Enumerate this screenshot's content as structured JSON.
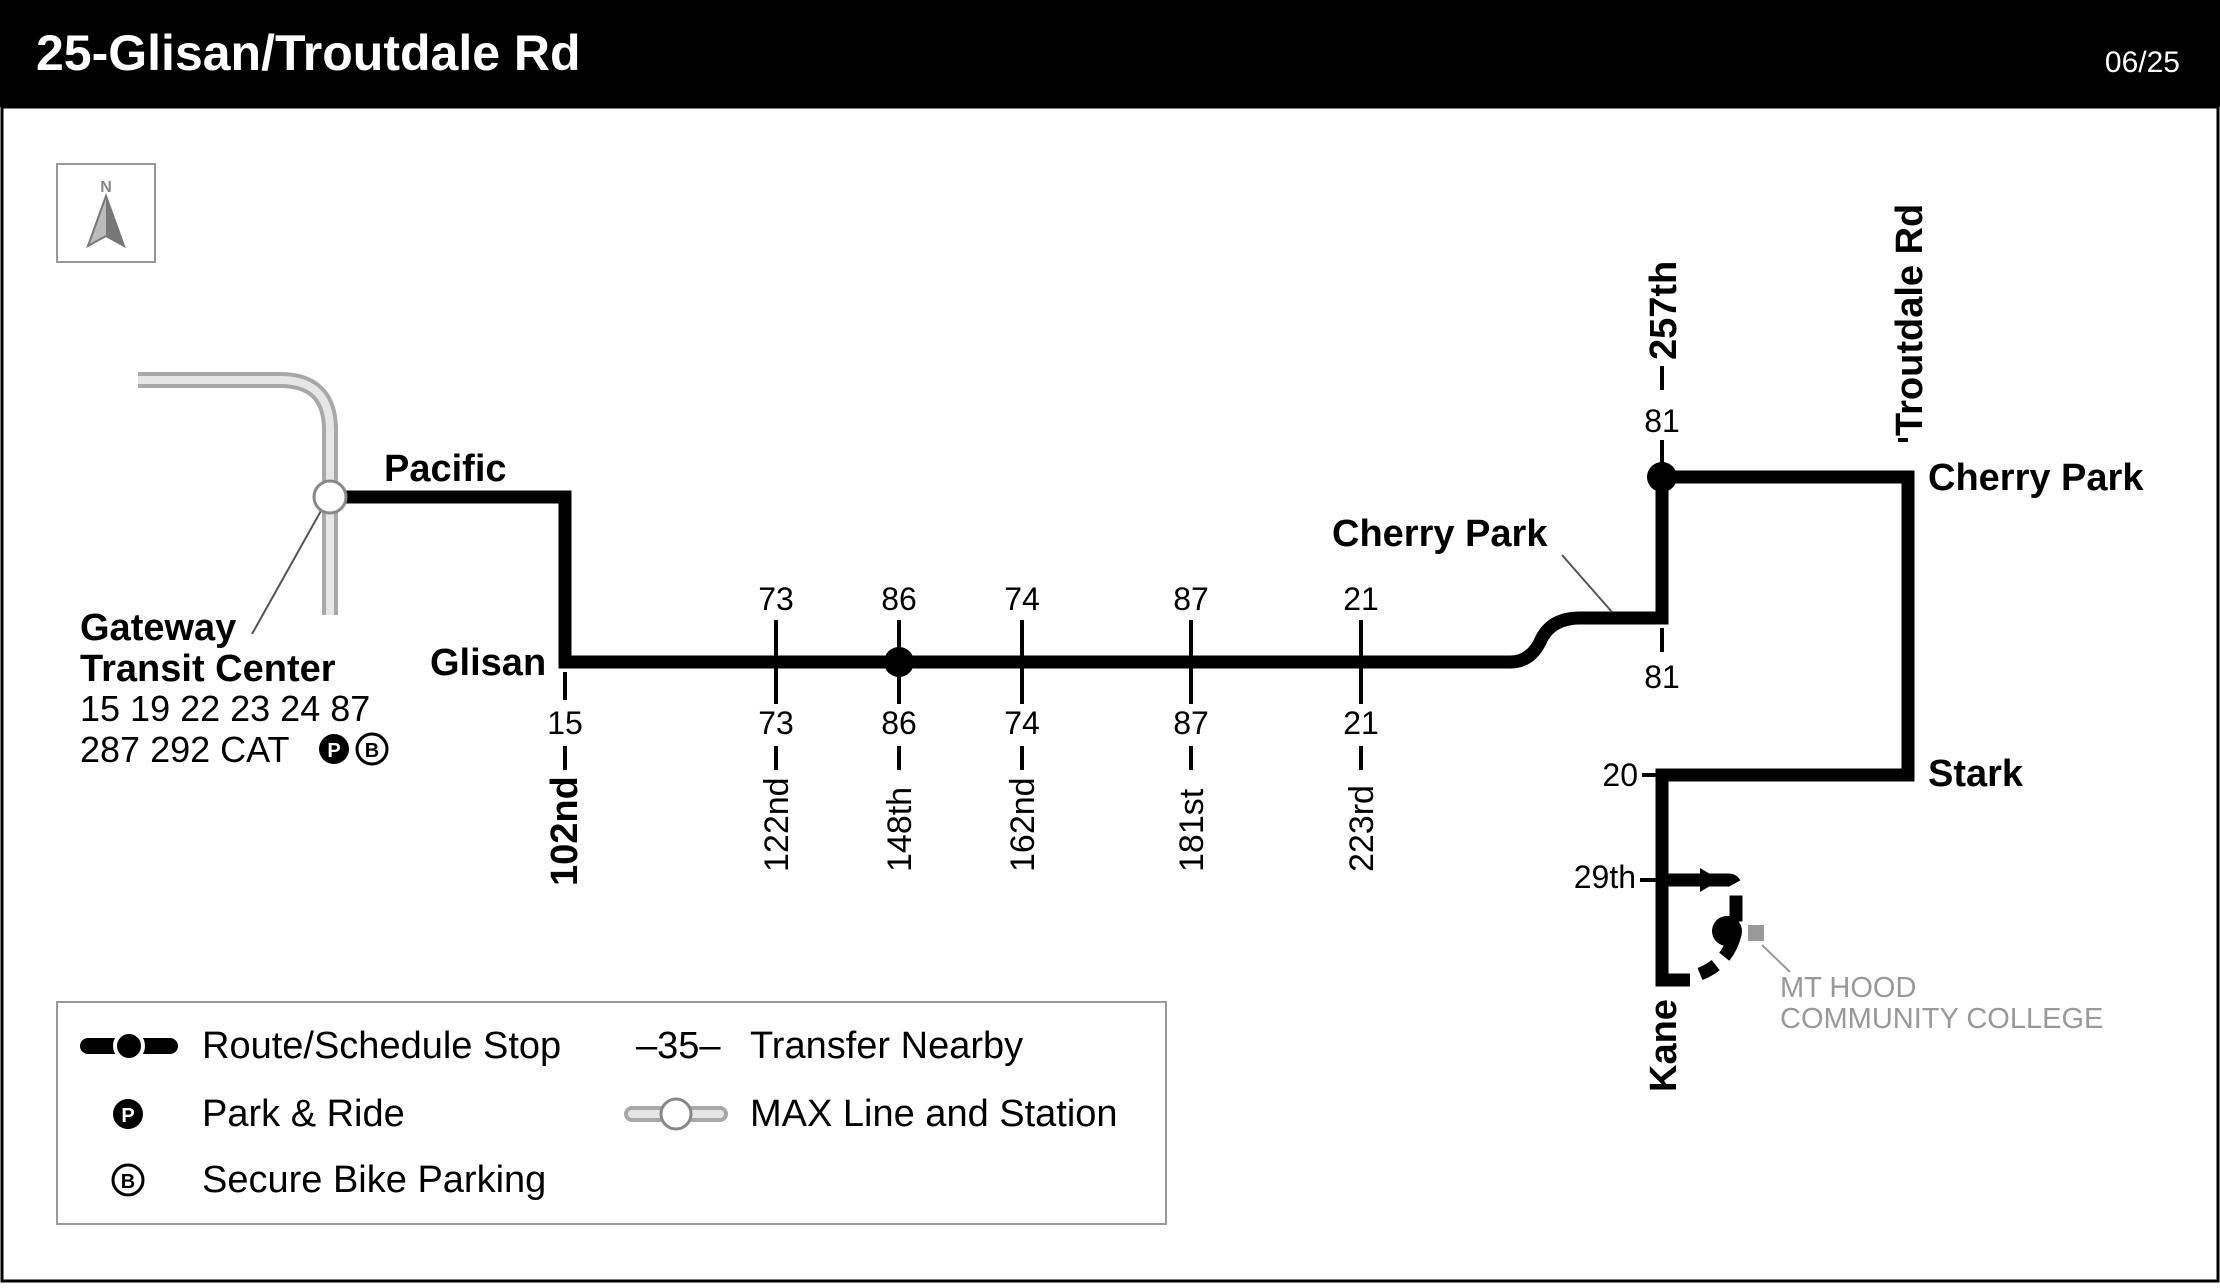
{
  "header": {
    "title": "25-Glisan/Troutdale Rd",
    "date": "06/25"
  },
  "compass": {
    "label": "N"
  },
  "streets": {
    "pacific": "Pacific",
    "glisan": "Glisan",
    "cherry_park_west": "Cherry Park",
    "cherry_park_east": "Cherry Park",
    "troutdale_rd": "Troutdale Rd",
    "stark": "Stark",
    "kane": "Kane",
    "twentyninth": "29th",
    "street_257th": "257th"
  },
  "gateway": {
    "name_line1": "Gateway",
    "name_line2": "Transit Center",
    "routes_line1": "15 19 22 23 24 87",
    "routes_line2": "287 292 CAT",
    "park_ride_glyph": "P",
    "bike_glyph": "B"
  },
  "cross_streets": [
    {
      "name": "102nd",
      "transfer_bottom": "15",
      "transfer_top": ""
    },
    {
      "name": "122nd",
      "transfer_bottom": "73",
      "transfer_top": "73"
    },
    {
      "name": "148th",
      "transfer_bottom": "86",
      "transfer_top": "86"
    },
    {
      "name": "162nd",
      "transfer_bottom": "74",
      "transfer_top": "74"
    },
    {
      "name": "181st",
      "transfer_bottom": "87",
      "transfer_top": "87"
    },
    {
      "name": "223rd",
      "transfer_bottom": "21",
      "transfer_top": "21"
    }
  ],
  "transfers": {
    "t257_top": "81",
    "t257_bottom": "81",
    "t20": "20"
  },
  "college": {
    "line1": "MT HOOD",
    "line2": "COMMUNITY COLLEGE"
  },
  "legend": {
    "route_stop": "Route/Schedule Stop",
    "transfer_nearby": "Transfer Nearby",
    "transfer_sample": "–35–",
    "park_ride": "Park & Ride",
    "max_line": "MAX Line and Station",
    "bike_parking": "Secure Bike Parking",
    "park_ride_glyph": "P",
    "bike_glyph": "B"
  }
}
